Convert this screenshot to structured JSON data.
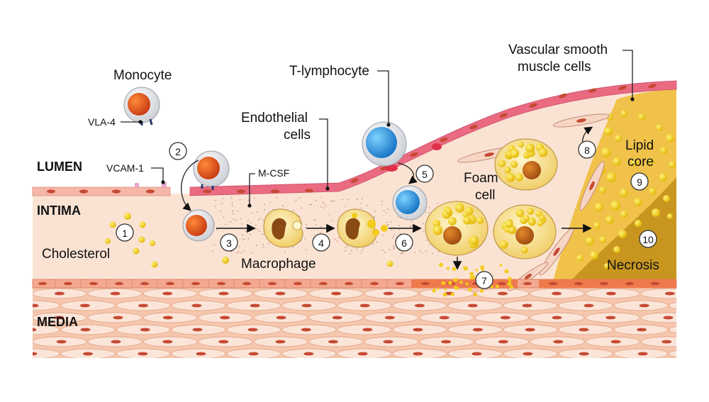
{
  "labels": {
    "lumen": "LUMEN",
    "intima": "INTIMA",
    "media": "MEDIA",
    "monocyte": "Monocyte",
    "vla4": "VLA-4",
    "vcam1": "VCAM-1",
    "mcsf": "M-CSF",
    "endothelial_line1": "Endothelial",
    "endothelial_line2": "cells",
    "t_lymphocyte": "T-lymphocyte",
    "vsmc_line1": "Vascular smooth",
    "vsmc_line2": "muscle cells",
    "foam_line1": "Foam",
    "foam_line2": "cell",
    "lipid_line1": "Lipid",
    "lipid_line2": "core",
    "cholesterol": "Cholesterol",
    "macrophage": "Macrophage",
    "necrosis": "Necrosis"
  },
  "steps": [
    "1",
    "2",
    "3",
    "4",
    "5",
    "6",
    "7",
    "8",
    "9",
    "10"
  ],
  "colors": {
    "media": "#f6c7ad",
    "media_cell": "#fbe5d8",
    "nucleus": "#c64a33",
    "intima": "#fbe3d3",
    "endothelium": "#e5627a",
    "monocyte_nucleus": "#e2531f",
    "lymphocyte_nucleus": "#2a9ee0",
    "foam_cell": "#f4d36a",
    "lipid_droplet": "#f2cb1b",
    "lipid_core": "#f0c24a",
    "necrosis": "#c8961f"
  }
}
